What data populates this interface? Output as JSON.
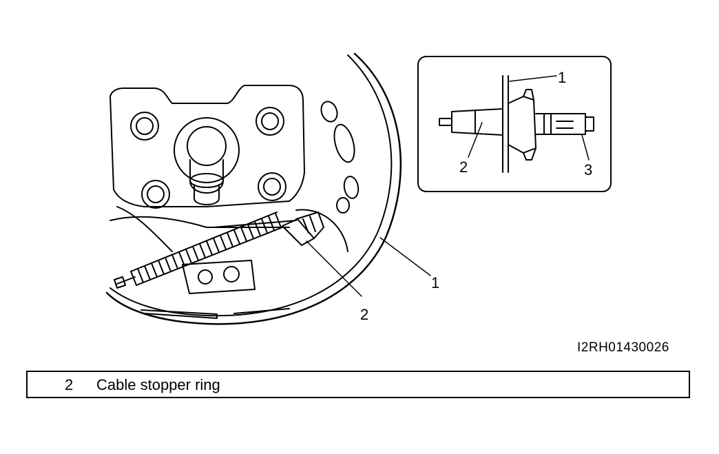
{
  "main_view": {
    "callouts": [
      {
        "id": "1",
        "label": "1"
      },
      {
        "id": "2",
        "label": "2"
      }
    ]
  },
  "detail_view": {
    "callouts": [
      {
        "id": "1",
        "label": "1"
      },
      {
        "id": "2",
        "label": "2"
      },
      {
        "id": "3",
        "label": "3"
      }
    ]
  },
  "figure_code": "I2RH01430026",
  "legend": {
    "number": "2",
    "text": "Cable stopper ring"
  }
}
